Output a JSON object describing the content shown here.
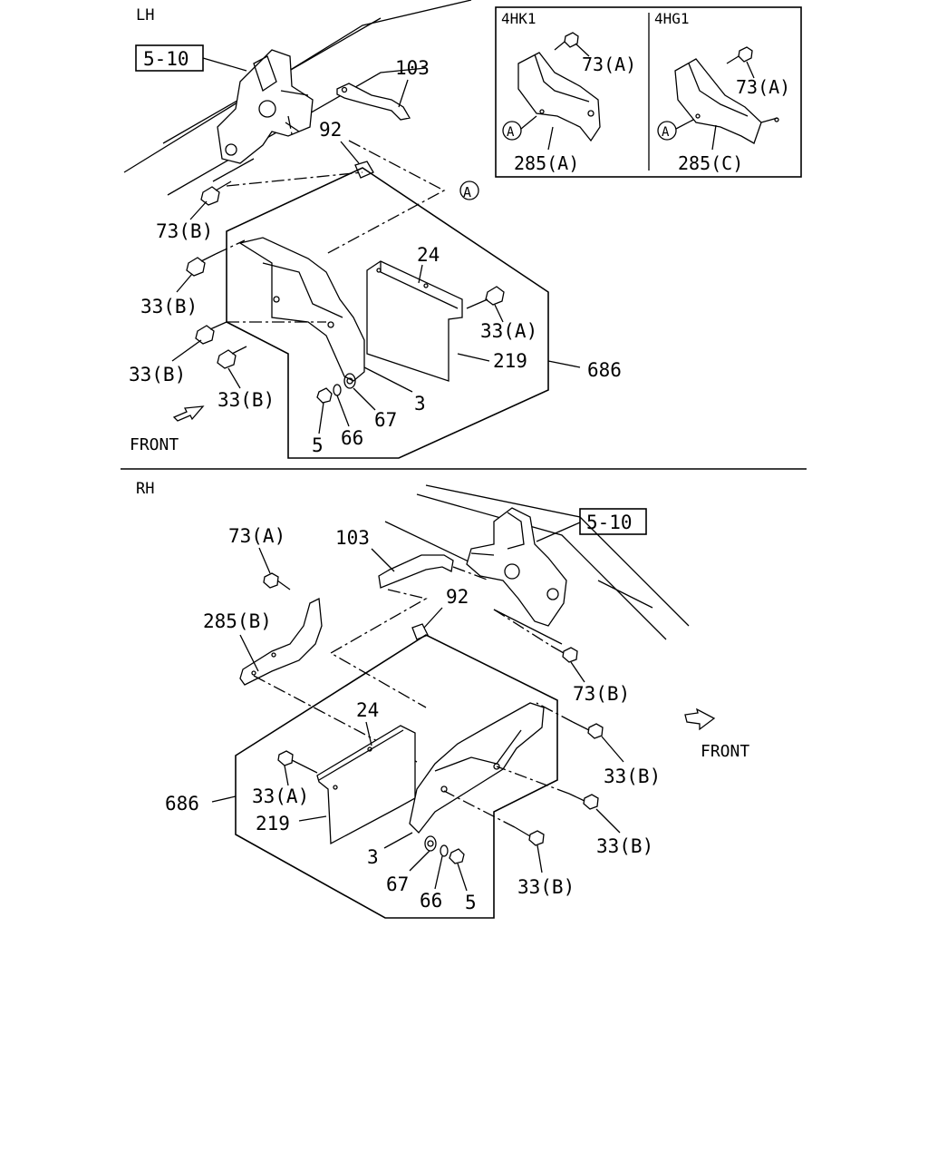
{
  "lh": {
    "section_label": "LH",
    "ref_box": "5-10",
    "front": "FRONT",
    "callouts": {
      "c103": "103",
      "c92": "92",
      "c73b": "73(B)",
      "c33b_1": "33(B)",
      "c33b_2": "33(B)",
      "c33b_3": "33(B)",
      "c24": "24",
      "c33a": "33(A)",
      "c686": "686",
      "c219": "219",
      "c3": "3",
      "c67": "67",
      "c66": "66",
      "c5": "5",
      "ref_a": "A"
    }
  },
  "inset": {
    "left_title": "4HK1",
    "right_title": "4HG1",
    "left_bolt": "73(A)",
    "left_bracket": "285(A)",
    "right_bolt": "73(A)",
    "right_bracket": "285(C)",
    "ref_a": "A"
  },
  "rh": {
    "section_label": "RH",
    "ref_box": "5-10",
    "front": "FRONT",
    "callouts": {
      "c73a": "73(A)",
      "c103": "103",
      "c92": "92",
      "c285b": "285(B)",
      "c73b": "73(B)",
      "c24": "24",
      "c33a": "33(A)",
      "c33b_1": "33(B)",
      "c33b_2": "33(B)",
      "c33b_3": "33(B)",
      "c686": "686",
      "c219": "219",
      "c3": "3",
      "c67": "67",
      "c66": "66",
      "c5": "5"
    }
  }
}
